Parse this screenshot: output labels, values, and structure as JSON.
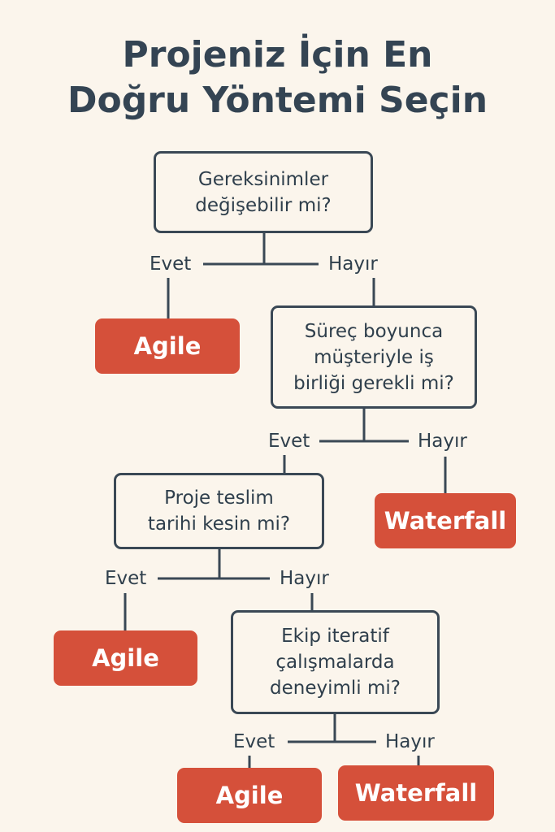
{
  "title": {
    "line1": "Projeniz İçin En",
    "line2": "Doğru Yöntemi Seçin"
  },
  "questions": [
    {
      "lines": [
        "Gereksinimler",
        "değişebilir mi?"
      ]
    },
    {
      "lines": [
        "Süreç boyunca",
        "müşteriyle iş",
        "birliği gerekli mi?"
      ]
    },
    {
      "lines": [
        "Proje teslim",
        "tarihi kesin mi?"
      ]
    },
    {
      "lines": [
        "Ekip iteratif",
        "çalışmalarda",
        "deneyimli mi?"
      ]
    }
  ],
  "branches": [
    {
      "yes": "Evet",
      "no": "Hayır"
    },
    {
      "yes": "Evet",
      "no": "Hayır"
    },
    {
      "yes": "Evet",
      "no": "Hayır"
    },
    {
      "yes": "Evet",
      "no": "Hayır"
    }
  ],
  "results": [
    {
      "label": "Agile"
    },
    {
      "label": "Waterfall"
    },
    {
      "label": "Agile"
    },
    {
      "label": "Agile"
    },
    {
      "label": "Waterfall"
    }
  ],
  "colors": {
    "background": "#fbf5ec",
    "result_fill": "#d5503a",
    "stroke": "#3a4855",
    "text": "#2f3f4c"
  }
}
